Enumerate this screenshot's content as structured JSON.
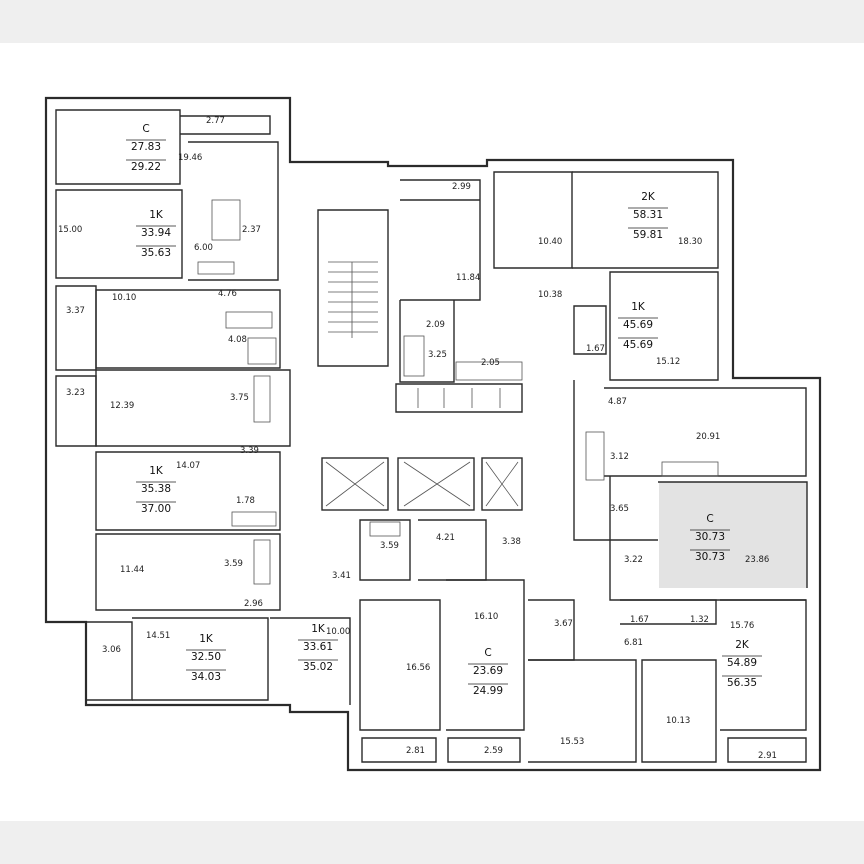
{
  "units": [
    {
      "type": "C",
      "living": "27.83",
      "total": "29.22"
    },
    {
      "type": "1K",
      "living": "33.94",
      "total": "35.63"
    },
    {
      "type": "1K",
      "living": "35.38",
      "total": "37.00"
    },
    {
      "type": "1K",
      "living": "32.50",
      "total": "34.03"
    },
    {
      "type": "1K",
      "living": "33.61",
      "total": "35.02"
    },
    {
      "type": "C",
      "living": "23.69",
      "total": "24.99"
    },
    {
      "type": "2K",
      "living": "58.31",
      "total": "59.81"
    },
    {
      "type": "1K",
      "living": "45.69",
      "total": "45.69"
    },
    {
      "type": "C",
      "living": "30.73",
      "total": "30.73"
    },
    {
      "type": "2K",
      "living": "54.89",
      "total": "56.35"
    }
  ],
  "rooms": [
    "2.77",
    "19.46",
    "15.00",
    "6.00",
    "2.37",
    "10.10",
    "3.37",
    "4.76",
    "4.08",
    "3.23",
    "12.39",
    "3.75",
    "14.07",
    "3.39",
    "1.78",
    "11.44",
    "3.59",
    "2.96",
    "3.06",
    "14.51",
    "10.00",
    "3.41",
    "3.59",
    "4.21",
    "3.38",
    "16.10",
    "16.56",
    "2.81",
    "2.59",
    "2.99",
    "10.40",
    "18.30",
    "11.84",
    "10.38",
    "2.09",
    "3.25",
    "2.05",
    "1.67",
    "15.12",
    "4.87",
    "20.91",
    "3.12",
    "3.65",
    "23.86",
    "3.22",
    "3.67",
    "6.81",
    "1.67",
    "1.32",
    "15.76",
    "15.53",
    "10.13",
    "2.91"
  ]
}
